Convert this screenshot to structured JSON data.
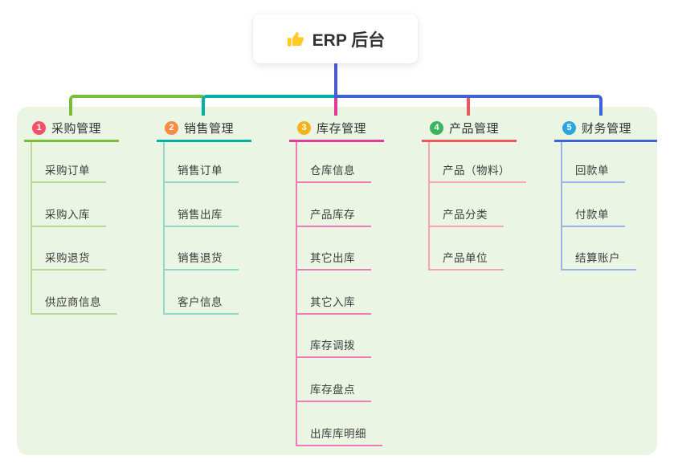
{
  "root": {
    "label": "ERP 后台",
    "icon": "thumbs-up"
  },
  "branches": [
    {
      "index": "1",
      "label": "采购管理",
      "badge_color": "#f1516b",
      "line_color": "#7abd38",
      "child_line_color": "#b9da97",
      "children": [
        "采购订单",
        "采购入库",
        "采购退货",
        "供应商信息"
      ]
    },
    {
      "index": "2",
      "label": "销售管理",
      "badge_color": "#f78b42",
      "line_color": "#00b2a2",
      "child_line_color": "#8fd8cb",
      "children": [
        "销售订单",
        "销售出库",
        "销售退货",
        "客户信息"
      ]
    },
    {
      "index": "3",
      "label": "库存管理",
      "badge_color": "#f3b21d",
      "line_color": "#e03a96",
      "child_line_color": "#f07ab8",
      "children": [
        "仓库信息",
        "产品库存",
        "其它出库",
        "其它入库",
        "库存调拨",
        "库存盘点",
        "出库库明细"
      ]
    },
    {
      "index": "4",
      "label": "产品管理",
      "badge_color": "#38b55d",
      "line_color": "#f2555b",
      "child_line_color": "#f7a5a8",
      "children": [
        "产品（物料）",
        "产品分类",
        "产品单位"
      ]
    },
    {
      "index": "5",
      "label": "财务管理",
      "badge_color": "#2ca4de",
      "line_color": "#3d63d6",
      "child_line_color": "#9db3e6",
      "children": [
        "回款单",
        "付款单",
        "结算账户"
      ]
    }
  ],
  "colors": {
    "panel_bg": "#eaf5e3",
    "root_line": "#4a5bd2",
    "thumb_yellow": "#ffca28"
  }
}
